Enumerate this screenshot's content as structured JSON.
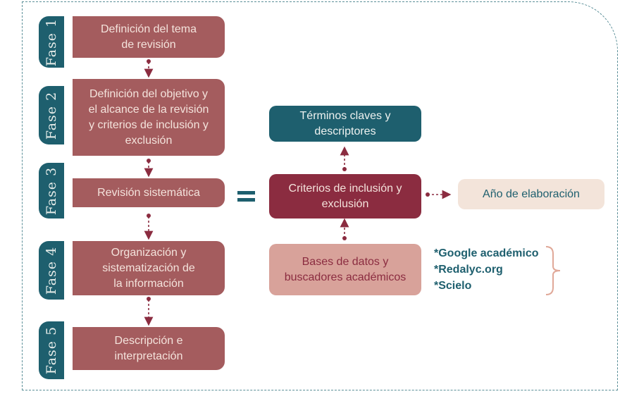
{
  "phases": [
    {
      "tab": "Fase 1",
      "text": "Definición del tema de revisión"
    },
    {
      "tab": "Fase 2",
      "text": "Definición del objetivo y el alcance de la revisión y criterios de inclusión y exclusión"
    },
    {
      "tab": "Fase 3",
      "text": "Revisión sistemática"
    },
    {
      "tab": "Fase 4",
      "text": "Organización y sistematización de la información"
    },
    {
      "tab": "Fase 5",
      "text": "Descripción e interpretación"
    }
  ],
  "right": {
    "terms": "Términos claves y descriptores",
    "criteria": "Criterios de inclusión y exclusión",
    "year": "Año de elaboración",
    "databases": "Bases de datos y buscadores académicos",
    "sources": [
      "*Google académico",
      "*Redalyc.org",
      "*Scielo"
    ]
  },
  "colors": {
    "teal": "#1e5f6e",
    "rose": "#a45c5e",
    "dark": "#8b2c40",
    "pink": "#d8a29a",
    "beige": "#f3e4da"
  }
}
